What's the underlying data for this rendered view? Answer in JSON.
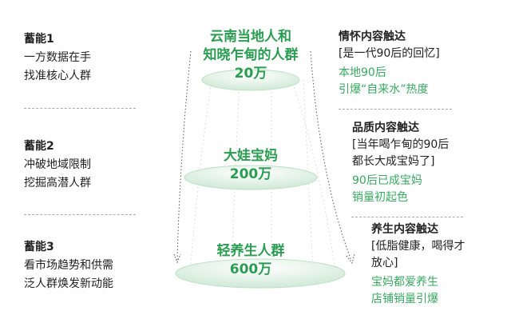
{
  "left": [
    {
      "title": "蓄能1",
      "lines": [
        "一方数据在手",
        "找准核心人群"
      ]
    },
    {
      "title": "蓄能2",
      "lines": [
        "冲破地域限制",
        "挖掘高潜人群"
      ]
    },
    {
      "title": "蓄能3",
      "lines": [
        "看市场趋势和供需",
        "泛人群焕发新动能"
      ]
    }
  ],
  "center": [
    {
      "lines": [
        "云南当地人和",
        "知晓乍甸的人群"
      ],
      "count": "20万"
    },
    {
      "lines": [
        "大娃宝妈"
      ],
      "count": "200万"
    },
    {
      "lines": [
        "轻养生人群"
      ],
      "count": "600万"
    }
  ],
  "right": [
    {
      "title": "情怀内容触达",
      "quote": [
        "[是一代90后的回忆]"
      ],
      "result": [
        "本地90后",
        "引爆“自来水”热度"
      ]
    },
    {
      "title": "品质内容触达",
      "quote": [
        "[当年喝乍甸的90后",
        "都长大成宝妈了]"
      ],
      "result": [
        "90后已成宝妈",
        "销量初起色"
      ]
    },
    {
      "title": "养生内容触达",
      "quote": [
        "[低脂健康，喝得才",
        "放心]"
      ],
      "result": [
        "宝妈都爱养生",
        "店铺销量引爆"
      ]
    }
  ],
  "colors": {
    "accent": "#2a9d52",
    "ellipse": "#dff0e3"
  }
}
